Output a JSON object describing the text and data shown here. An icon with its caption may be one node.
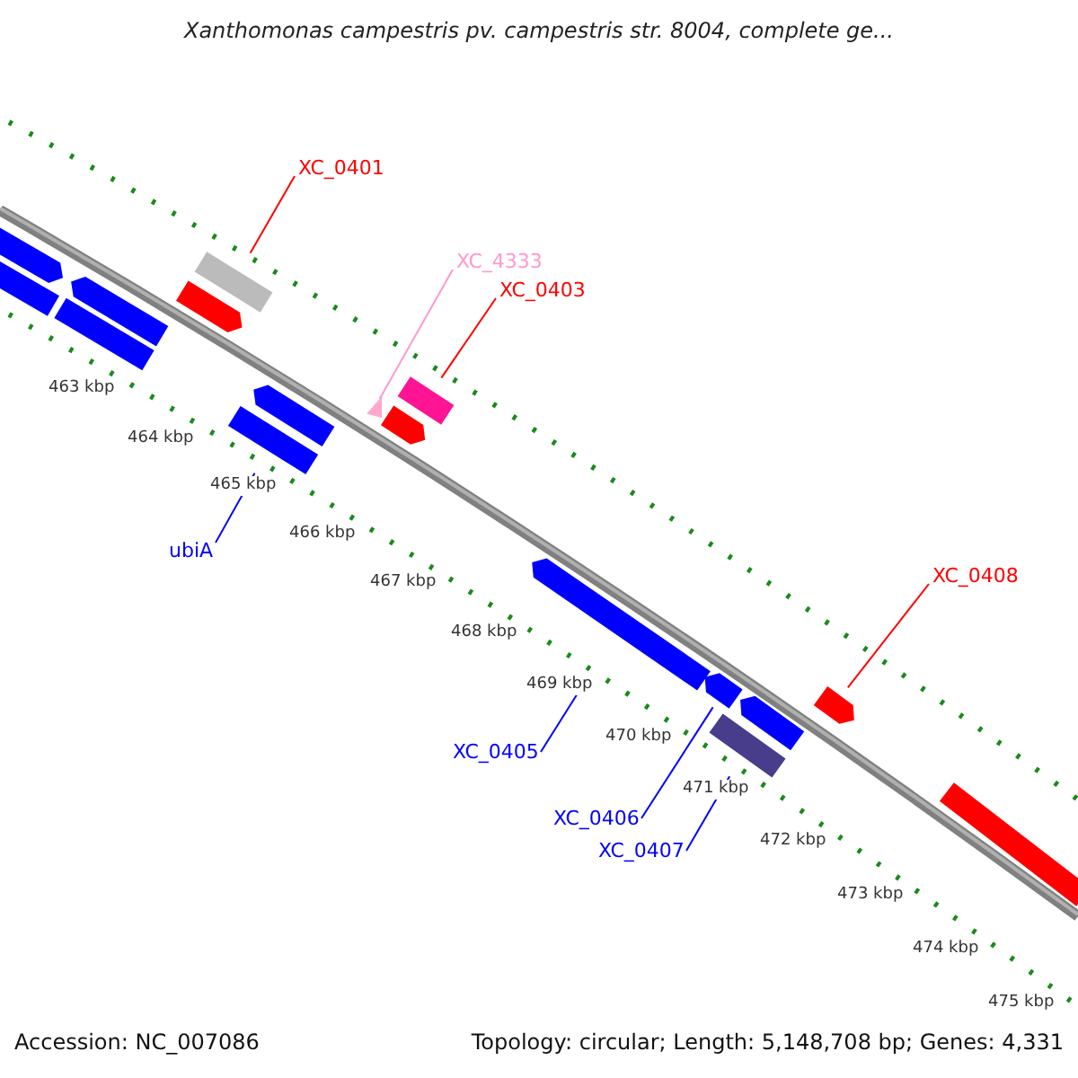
{
  "diagram": {
    "title": "Xanthomonas campestris pv. campestris str. 8004, complete ge...",
    "nodes": [
      {
        "text": [
          "XC_0401"
        ]
      },
      {
        "text": [],
        "shape": "bar"
      },
      {
        "text": [
          "XC_4333"
        ]
      },
      {
        "text": [],
        "shape": "triangle"
      },
      {
        "text": [
          "XC_0403"
        ]
      },
      {
        "text": [],
        "shape": "bar"
      },
      {
        "text": [
          "ubiA"
        ]
      },
      {
        "text": [],
        "shape": "bar"
      },
      {
        "text": [
          "XC_0408"
        ]
      },
      {
        "text": [],
        "shape": "arrow"
      },
      {
        "text": [
          "XC_0405"
        ]
      },
      {
        "text": [],
        "shape": "arrow"
      },
      {
        "text": [
          "XC_0406"
        ]
      },
      {
        "text": [],
        "shape": "arrow"
      },
      {
        "text": [
          "XC_0407"
        ]
      },
      {
        "text": [],
        "shape": "bar"
      },
      {
        "text": [],
        "shape": "arrow"
      },
      {
        "text": [],
        "shape": "bar"
      },
      {
        "text": [],
        "shape": "arrow"
      },
      {
        "text": [],
        "shape": "bar"
      },
      {
        "text": [],
        "shape": "arrow"
      },
      {
        "text": [],
        "shape": "arrow"
      },
      {
        "text": [],
        "shape": "arrow"
      },
      {
        "text": [],
        "shape": "arrow"
      },
      {
        "text": [],
        "shape": "bar"
      }
    ],
    "edges": [
      {
        "from": 0,
        "to": 1,
        "arrow": "none",
        "color": "#ff0000"
      },
      {
        "from": 2,
        "to": 3,
        "arrow": "none",
        "color": "#ff99cc"
      },
      {
        "from": 4,
        "to": 5,
        "arrow": "none",
        "color": "#ff0000"
      },
      {
        "from": 6,
        "to": 7,
        "arrow": "none"
      },
      {
        "from": 8,
        "to": 9,
        "arrow": "none",
        "color": "#ff0000"
      },
      {
        "from": 10,
        "to": 11,
        "arrow": "none"
      },
      {
        "from": 12,
        "to": 13,
        "arrow": "none"
      },
      {
        "from": 14,
        "to": 15,
        "arrow": "none"
      }
    ],
    "labels": [
      "463 kbp",
      "464 kbp",
      "465 kbp",
      "466 kbp",
      "467 kbp",
      "468 kbp",
      "469 kbp",
      "470 kbp",
      "471 kbp",
      "472 kbp",
      "473 kbp",
      "474 kbp",
      "475 kbp",
      "Accession: NC_007086",
      "Topology: circular; Length: 5,148,708 bp; Genes: 4,331"
    ]
  }
}
